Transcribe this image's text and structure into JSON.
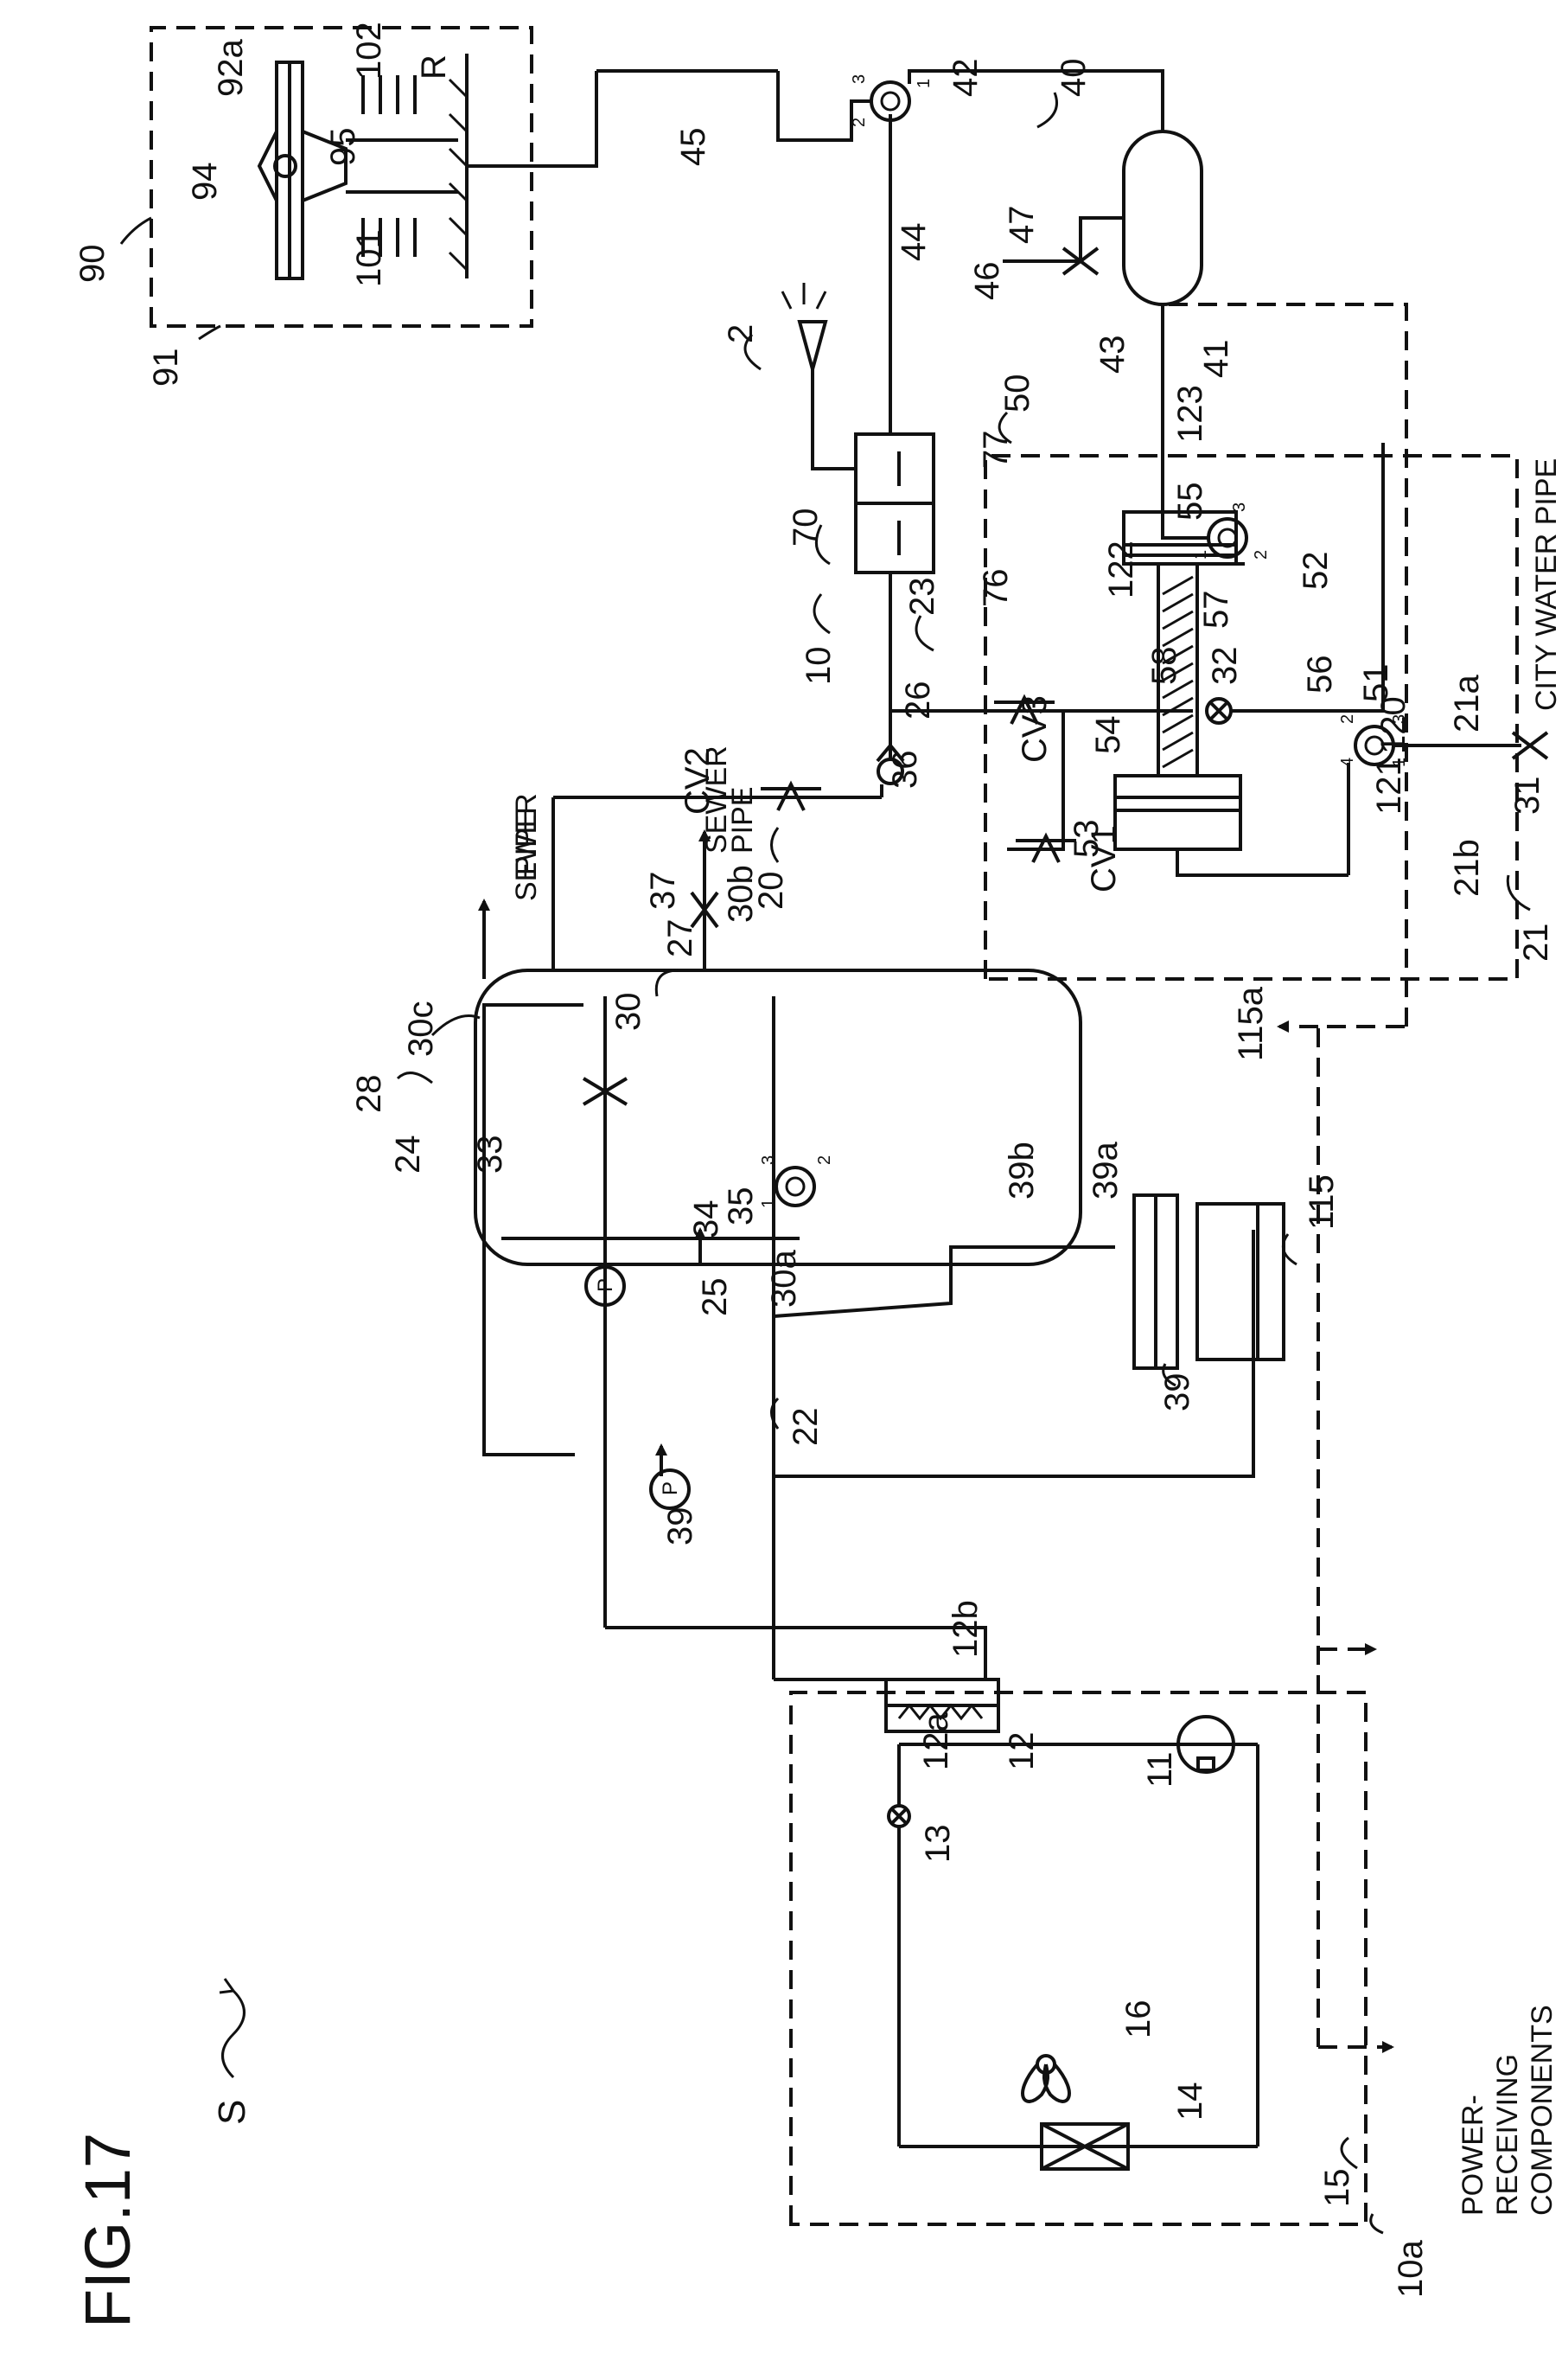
{
  "figure": {
    "title": "FIG.17",
    "system_label": "S"
  },
  "labels": {
    "n90": "90",
    "n91": "91",
    "n92a": "92a",
    "n94": "94",
    "n95": "95",
    "n101": "101",
    "n102": "102",
    "nR": "R",
    "n45": "45",
    "n42": "42",
    "n40": "40",
    "n44": "44",
    "n46": "46",
    "n47": "47",
    "n41": "41",
    "n43": "43",
    "n50": "50",
    "n2": "2",
    "n70": "70",
    "n77": "77",
    "n76": "76",
    "n23": "23",
    "n10": "10",
    "n123": "123",
    "n55": "55",
    "n57": "57",
    "n52": "52",
    "n122": "122",
    "n56": "56",
    "n58": "58",
    "n120": "120",
    "n54": "54",
    "n121": "121",
    "n53": "53",
    "n51": "51",
    "n21a": "21a",
    "n21b": "21b",
    "n31": "31",
    "n21": "21",
    "n26": "26",
    "nCV3": "CV3",
    "n32": "32",
    "n36": "36",
    "nCV1": "CV1",
    "nCV2": "CV2",
    "n37": "37",
    "n30b": "30b",
    "n27": "27",
    "n30": "30",
    "n30c": "30c",
    "n20": "20",
    "n115a": "115a",
    "n24": "24",
    "n28": "28",
    "n115": "115",
    "n39a": "39a",
    "n30a": "30a",
    "n34": "34",
    "n39b": "39b",
    "n35": "35",
    "n25": "25",
    "n33": "33",
    "n39": "39",
    "n22": "22",
    "n12b": "12b",
    "n39p": "39",
    "n12a": "12a",
    "n12": "12",
    "n13": "13",
    "n11": "11",
    "n16": "16",
    "n15": "15",
    "n14": "14",
    "n10a": "10a",
    "pump_letter": "P",
    "port1": "1",
    "port2": "2",
    "port3": "3",
    "port4": "4"
  },
  "captions": {
    "sewer_pipe_line1": "SEWER",
    "sewer_pipe_line2": "PIPE",
    "city_water_pipe": "CITY WATER PIPE",
    "power_line1": "POWER-",
    "power_line2": "RECEIVING",
    "power_line3": "COMPONENTS"
  }
}
